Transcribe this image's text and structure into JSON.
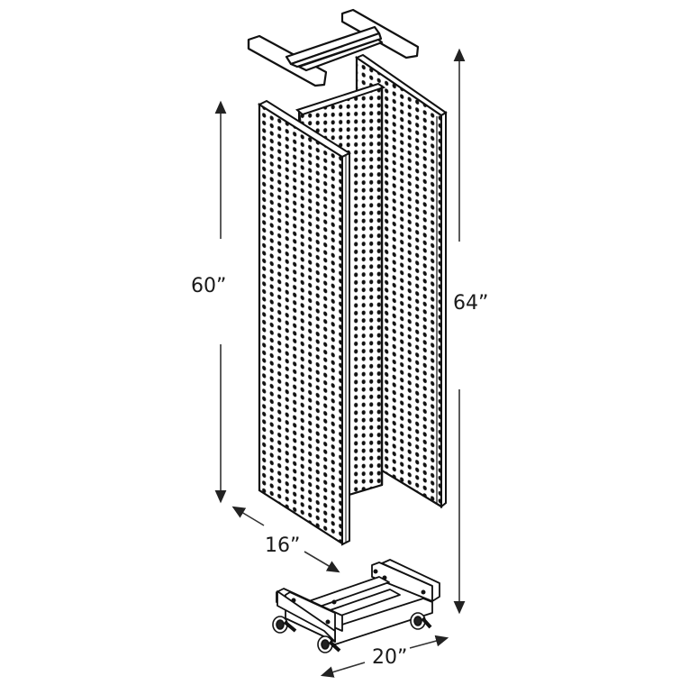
{
  "diagram": {
    "subject": "three-panel pegboard tower display with top cap and castered base",
    "colors": {
      "line": "#111111",
      "fill": "#ffffff",
      "arrow": "#333333",
      "hole": "#111111"
    },
    "components": [
      {
        "id": "top-cap",
        "label": "T-shaped top cap frame"
      },
      {
        "id": "panel-left",
        "label": "front-left pegboard panel"
      },
      {
        "id": "panel-middle",
        "label": "middle pegboard panel"
      },
      {
        "id": "panel-right",
        "label": "rear-right pegboard panel"
      },
      {
        "id": "base",
        "label": "rolling base with 4 locking casters"
      }
    ],
    "dimensions": {
      "panel_height": {
        "label": "60”",
        "value": 60,
        "unit": "in"
      },
      "overall_height": {
        "label": "64”",
        "value": 64,
        "unit": "in"
      },
      "panel_width": {
        "label": "16”",
        "value": 16,
        "unit": "in"
      },
      "base_width": {
        "label": "20”",
        "value": 20,
        "unit": "in"
      }
    }
  }
}
